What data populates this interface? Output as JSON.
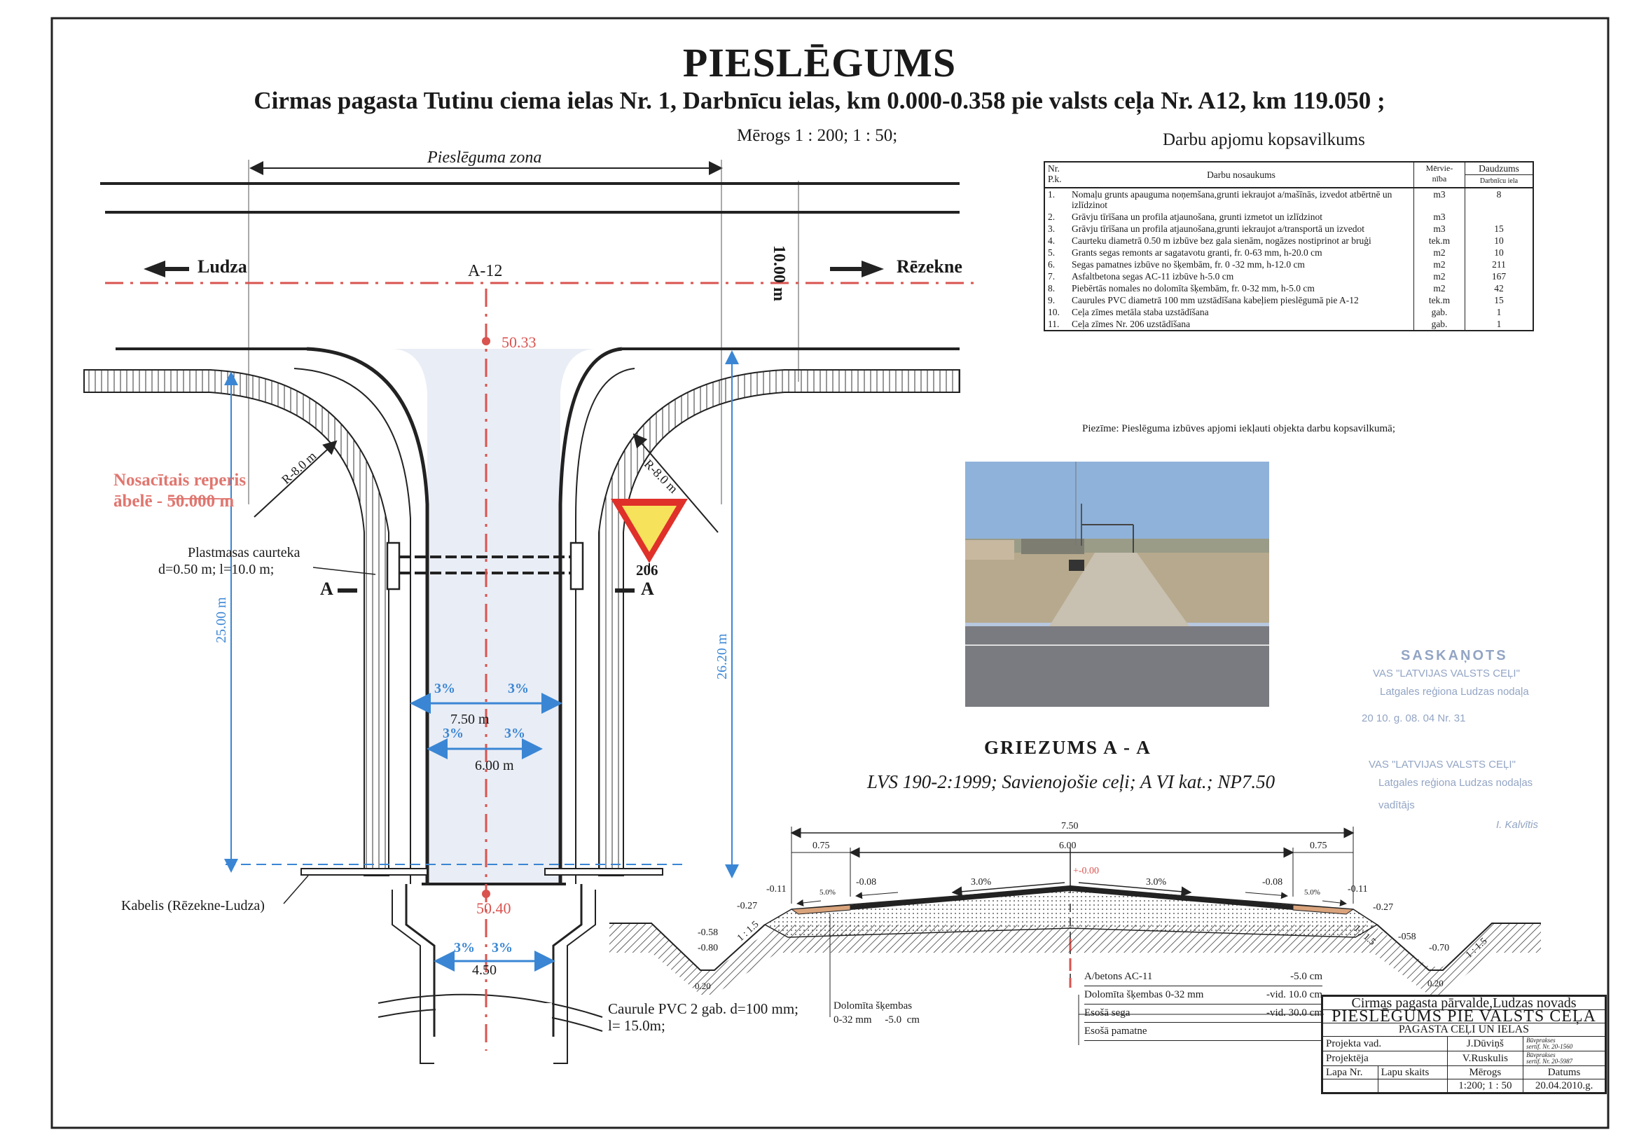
{
  "header": {
    "title": "PIESLĒGUMS",
    "subtitle": "Cirmas pagasta  Tutinu ciema ielas Nr. 1, Darbnīcu ielas, km 0.000-0.358  pie valsts ceļa Nr. A12, km 119.050 ;",
    "scale": "Mērogs  1 : 200; 1 : 50;"
  },
  "plan": {
    "zone_label": "Pieslēguma  zona",
    "ludza": "Ludza",
    "rezekne": "Rēzekne",
    "road_name": "A-12",
    "width_10": "10.00 m",
    "elev_top": "50.33",
    "elev_bottom": "50.40",
    "reper_line1": "Nosacītais reperis",
    "reper_line2": "ābelē - 50.000 m",
    "culvert_line1": "Plastmasas caurteka",
    "culvert_line2": "d=0.50 m; l=10.0 m;",
    "radius": "R-8.0 m",
    "sign_number": "206",
    "section_mark": "A",
    "dim_25": "25.00 m",
    "dim_26": "26.20 m",
    "slope": "3%",
    "width_750": "7.50 m",
    "width_600": "6.00 m",
    "width_450": "4.50",
    "cable_label": "Kabelis (Rēzekne-Ludza)",
    "pipe_line1": "Caurule PVC 2 gab. d=100 mm;",
    "pipe_line2": "l= 15.0m;"
  },
  "summary": {
    "title": "Darbu apjomu kopsavilkums",
    "head_nr": "Nr.\nP.k.",
    "head_name": "Darbu nosaukums",
    "head_unit": "Mērvie-\nnība",
    "head_qty": "Daudzums",
    "head_sub": "Darbnīcu iela",
    "rows": [
      {
        "nr": "1.",
        "name": "Nomaļu grunts apauguma noņemšana,grunti iekraujot a/mašīnās, izvedot atbērtnē un izlīdzinot",
        "unit": "m3",
        "qty": "8"
      },
      {
        "nr": "2.",
        "name": "Grāvju tīrīšana un profila atjaunošana, grunti izmetot un izlīdzinot",
        "unit": "m3",
        "qty": ""
      },
      {
        "nr": "3.",
        "name": "Grāvju tīrīšana un profila atjaunošana,grunti iekraujot a/transportā un izvedot",
        "unit": "m3",
        "qty": "15"
      },
      {
        "nr": "4.",
        "name": "Caurteku diametrā 0.50 m izbūve bez gala sienām, nogāzes nostiprinot ar bruģi",
        "unit": "tek.m",
        "qty": "10"
      },
      {
        "nr": "5.",
        "name": "Grants segas remonts ar sagatavotu granti, fr. 0-63 mm, h-20.0 cm",
        "unit": "m2",
        "qty": "10"
      },
      {
        "nr": "6.",
        "name": "Segas pamatnes izbūve no šķembām, fr. 0 -32 mm, h-12.0 cm",
        "unit": "m2",
        "qty": "211"
      },
      {
        "nr": "7.",
        "name": "Asfaltbetona segas AC-11 izbūve h-5.0 cm",
        "unit": "m2",
        "qty": "167"
      },
      {
        "nr": "8.",
        "name": "Piebērtās nomales no dolomīta šķembām, fr. 0-32 mm, h-5.0 cm",
        "unit": "m2",
        "qty": "42"
      },
      {
        "nr": "9.",
        "name": "Caurules PVC diametrā 100 mm uzstādīšana kabeļiem pieslēgumā pie A-12",
        "unit": "tek.m",
        "qty": "15"
      },
      {
        "nr": "10.",
        "name": "Ceļa zīmes metāla staba uzstādīšana",
        "unit": "gab.",
        "qty": "1"
      },
      {
        "nr": "11.",
        "name": "Ceļa zīmes Nr. 206  uzstādīšana",
        "unit": "gab.",
        "qty": "1"
      }
    ],
    "note": "Piezīme: Pieslēguma izbūves apjomi iekļauti objekta darbu kopsavilkumā;"
  },
  "section": {
    "title": "GRIEZUMS  A  -  A",
    "standard": "LVS 190-2:1999;  Savienojošie ceļi; A VI kat.;  NP7.50",
    "dim_750": "7.50",
    "dim_600": "6.00",
    "dim_075": "0.75",
    "elev_zero": "+-0.00",
    "elev_008": "-0.08",
    "elev_011": "-0.11",
    "elev_027": "-0.27",
    "elev_058": "-0.58",
    "elev_080": "-0.80",
    "elev_070": "-0.70",
    "elev_058r": "-058",
    "slope_30": "3.0%",
    "slope_50": "5.0%",
    "slope_ratio": "1 : 1.5",
    "ditch_width": "0.20",
    "dolomite_label": "Dolomīta šķembas",
    "dolomite_spec": "0-32 mm     -5.0  cm",
    "layers": [
      {
        "name": "A/betons AC-11",
        "value": "-5.0 cm"
      },
      {
        "name": "Dolomīta šķembas 0-32 mm",
        "value": "-vid. 10.0 cm"
      },
      {
        "name": "Esošā sega",
        "value": "-vid. 30.0 cm"
      },
      {
        "name": "Esošā pamatne",
        "value": ""
      }
    ]
  },
  "stamp": {
    "line1": "SASKAŅOTS",
    "line2": "VAS \"LATVIJAS VALSTS CEĻI\"",
    "line3": "Latgales reģiona Ludzas nodaļa",
    "line4": "20 10. g. 08.    04       Nr. 31",
    "line5": "VAS \"LATVIJAS VALSTS CEĻI\"",
    "line6": "Latgales reģiona Ludzas nodaļas",
    "line7": "vadītājs",
    "line8": "I. Kalvītis"
  },
  "title_block": {
    "org": "Cirmas  pagasta pārvalde,Ludzas novads",
    "project": "PIESLĒGUMS PIE VALSTS CEĻA",
    "sub": "PAGASTA  CEĻI UN IELAS",
    "lead_label": "Projekta vad.",
    "lead_name": "J.Dūviņš",
    "lead_cert1": "Būvprakses",
    "lead_cert2": "sertif. Nr. 20-1560",
    "designer_label": "Projektēja",
    "designer_name": "V.Ruskulis",
    "designer_cert1": "Būvprakses",
    "designer_cert2": "sertif. Nr. 20-5987",
    "sheet_label": "Lapa Nr.",
    "sheets_label": "Lapu skaits",
    "scale_label": "Mērogs",
    "date_label": "Datums",
    "scale_value": "1:200; 1 : 50",
    "date_value": "20.04.2010.g."
  },
  "colors": {
    "ink": "#1a1a1a",
    "red": "#d9534f",
    "blue": "#3a86d4",
    "sign_red": "#e0302a",
    "sign_yellow": "#f7e25c",
    "asphalt_fill": "#e9edf5"
  }
}
